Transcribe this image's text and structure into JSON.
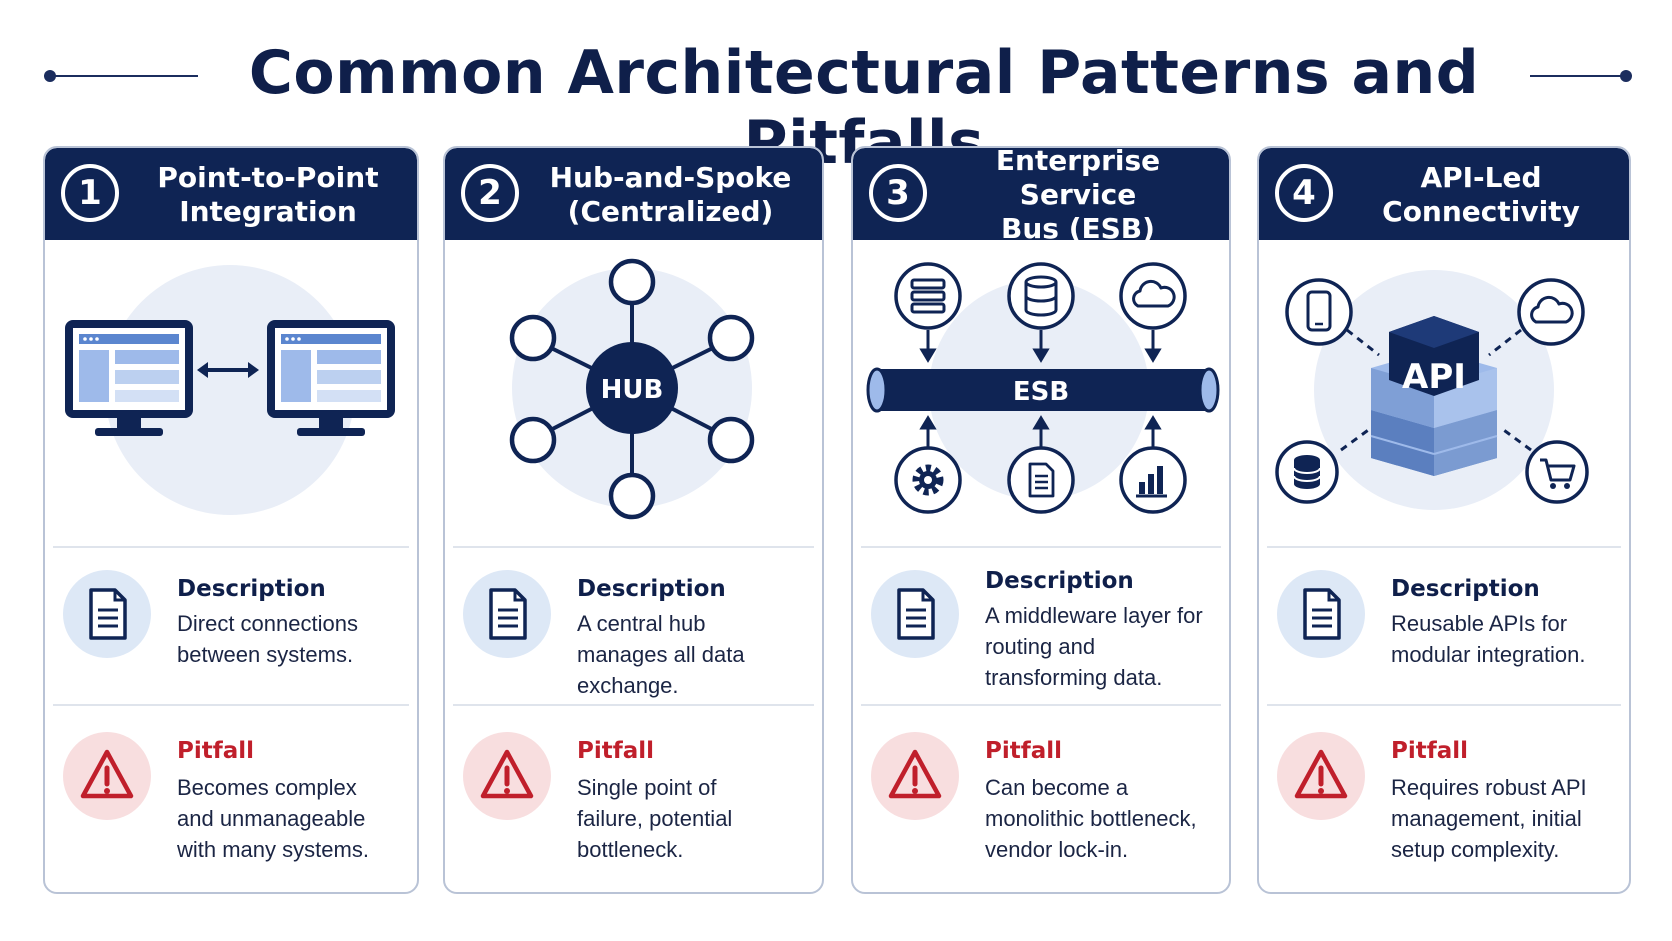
{
  "title": "Common Architectural Patterns and Pitfalls",
  "colors": {
    "navy": "#0f2454",
    "light_blue": "#dde8f6",
    "pitfall_red": "#c01f2b",
    "pitfall_bg": "#f8dedf"
  },
  "cards": [
    {
      "number": "1",
      "title": "Point-to-Point\nIntegration",
      "description_heading": "Description",
      "description": "Direct connections between systems.",
      "pitfall_heading": "Pitfall",
      "pitfall": "Becomes complex and unmanageable with many systems."
    },
    {
      "number": "2",
      "title": "Hub-and-Spoke\n(Centralized)",
      "hub_label": "HUB",
      "description_heading": "Description",
      "description": "A central hub manages all data exchange.",
      "pitfall_heading": "Pitfall",
      "pitfall": "Single point of failure, potential bottleneck."
    },
    {
      "number": "3",
      "title": "Enterprise Service\nBus (ESB)",
      "bus_label": "ESB",
      "description_heading": "Description",
      "description": "A middleware layer for routing and transforming data.",
      "pitfall_heading": "Pitfall",
      "pitfall": "Can become a monolithic bottleneck, vendor lock-in."
    },
    {
      "number": "4",
      "title": "API-Led\nConnectivity",
      "api_label": "API",
      "description_heading": "Description",
      "description": "Reusable APIs for modular integration.",
      "pitfall_heading": "Pitfall",
      "pitfall": "Requires robust API management, initial setup complexity."
    }
  ]
}
